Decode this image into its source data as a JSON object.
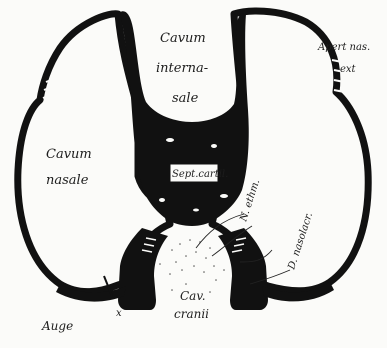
{
  "labels": {
    "cavum_internasale_1": "Cavum",
    "cavum_internasale_2": "interna-",
    "cavum_internasale_3": "sale",
    "apert_nas_ext_1": "Apert nas.",
    "apert_nas_ext_2": "ext",
    "cavum_nasale_1": "Cavum",
    "cavum_nasale_2": "nasale",
    "sept_cartil": "Sept.cartil.",
    "n_ethmoid": "N. ethm.",
    "d_nasolacr": "D. nasolacr.",
    "cav_cranii_1": "Cav.",
    "cav_cranii_2": "cranii",
    "auge": "Auge",
    "x_mark": "x"
  },
  "colors": {
    "ink": "#111111",
    "paper": "#fbfbf9",
    "stipple": "#555555"
  }
}
